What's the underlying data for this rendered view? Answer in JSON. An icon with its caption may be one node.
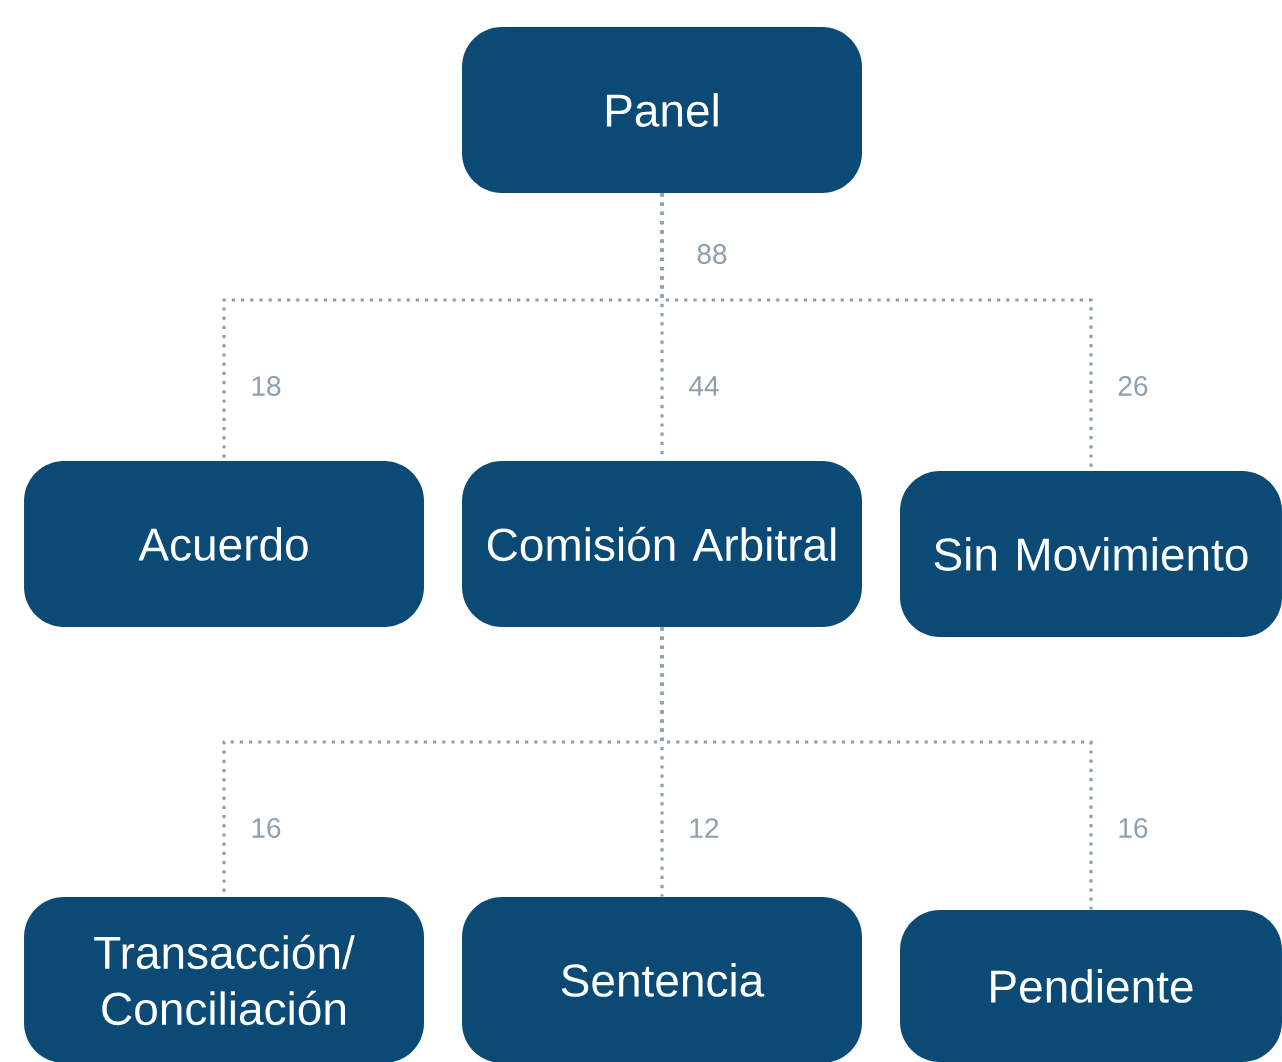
{
  "diagram": {
    "nodes": [
      {
        "text": [
          "Panel"
        ]
      },
      {
        "text": [
          "Acuerdo"
        ]
      },
      {
        "text": [
          "Comisión Arbitral"
        ]
      },
      {
        "text": [
          "Sin Movimiento"
        ]
      },
      {
        "text": [
          "Transacción/ Conciliación"
        ]
      },
      {
        "text": [
          "Sentencia"
        ]
      },
      {
        "text": [
          "Pendiente"
        ]
      }
    ],
    "edges": [
      {
        "from": 0,
        "to": 1,
        "arrow": "none",
        "label": "18"
      },
      {
        "from": 0,
        "to": 2,
        "arrow": "none",
        "label": "44"
      },
      {
        "from": 0,
        "to": 3,
        "arrow": "none",
        "label": "26"
      },
      {
        "from": 2,
        "to": 4,
        "arrow": "none",
        "label": "16"
      },
      {
        "from": 2,
        "to": 5,
        "arrow": "none",
        "label": "12"
      },
      {
        "from": 2,
        "to": 6,
        "arrow": "none",
        "label": "16"
      }
    ],
    "labels": [
      "88"
    ]
  }
}
